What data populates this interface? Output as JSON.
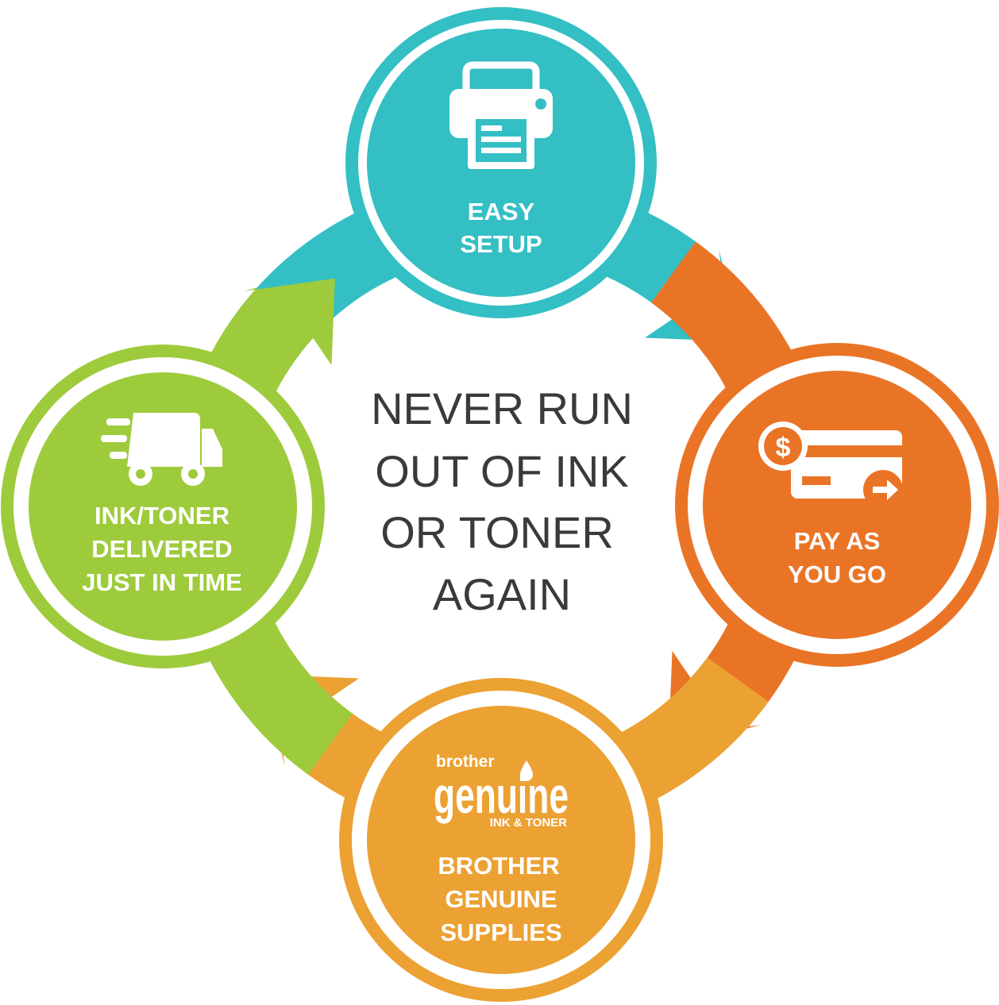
{
  "center": {
    "lines": [
      "NEVER RUN",
      "OUT OF INK",
      "OR TONER",
      "AGAIN"
    ]
  },
  "steps": [
    {
      "key": "easy-setup",
      "lines": [
        "EASY",
        "SETUP"
      ],
      "icon": "printer-icon",
      "color": "#33bfc4"
    },
    {
      "key": "pay-as-you-go",
      "lines": [
        "PAY AS",
        "YOU GO"
      ],
      "icon": "credit-card-dollar-icon",
      "color": "#ea7426"
    },
    {
      "key": "brother-genuine-supplies",
      "lines": [
        "BROTHER",
        "GENUINE",
        "SUPPLIES"
      ],
      "icon": "brother-genuine-logo",
      "color": "#eca133"
    },
    {
      "key": "ink-toner-delivered",
      "lines": [
        "INK/TONER",
        "DELIVERED",
        "JUST IN TIME"
      ],
      "icon": "delivery-truck-icon",
      "color": "#9ecb3c"
    }
  ],
  "logo": {
    "brand": "brother",
    "word": "genuine",
    "tagline": "INK & TONER"
  }
}
